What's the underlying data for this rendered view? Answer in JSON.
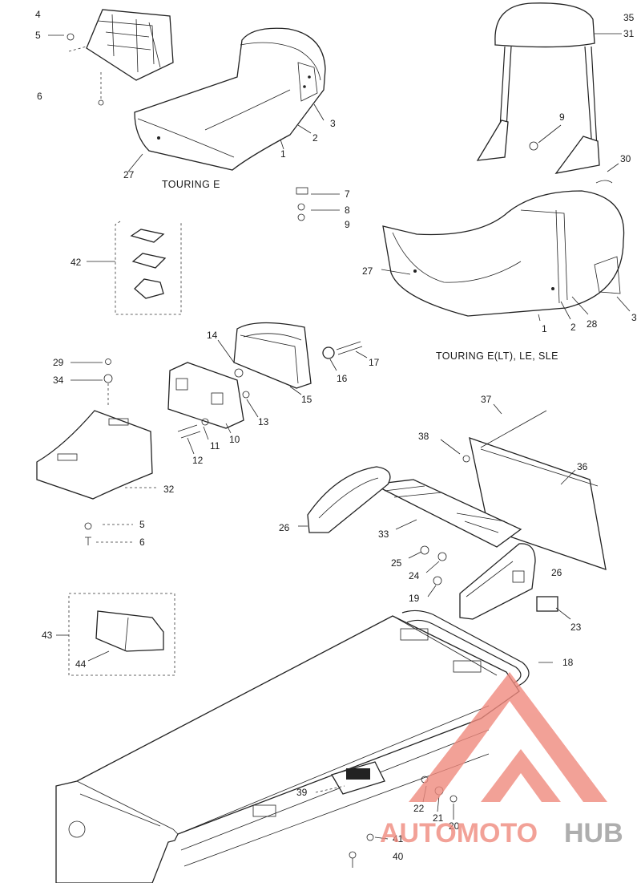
{
  "captions": {
    "touring_e": "TOURING E",
    "touring_variants": "TOURING E(LT), LE, SLE"
  },
  "callouts": {
    "n1a": "1",
    "n2a": "2",
    "n3a": "3",
    "n4": "4",
    "n5a": "5",
    "n6a": "6",
    "n7": "7",
    "n8": "8",
    "n9a": "9",
    "n27a": "27",
    "n35": "35",
    "n31": "31",
    "n9b": "9",
    "n30": "30",
    "n27b": "27",
    "n1b": "1",
    "n2b": "2",
    "n28": "28",
    "n3b": "3",
    "n42": "42",
    "n14": "14",
    "n17": "17",
    "n16": "16",
    "n15": "15",
    "n13": "13",
    "n10": "10",
    "n11": "11",
    "n12": "12",
    "n29": "29",
    "n34": "34",
    "n32": "32",
    "n5b": "5",
    "n6b": "6",
    "n37": "37",
    "n38": "38",
    "n36": "36",
    "n26a": "26",
    "n33": "33",
    "n25": "25",
    "n24": "24",
    "n26b": "26",
    "n19": "19",
    "n23": "23",
    "n43": "43",
    "n44": "44",
    "n18": "18",
    "n39": "39",
    "n22": "22",
    "n21": "21",
    "n20": "20",
    "n41": "41",
    "n40": "40"
  },
  "watermark": {
    "text_part1": "AUTOMOTO",
    "text_part2": "HUB",
    "color_primary": "#f08a7e",
    "color_secondary": "#9a9a9a"
  }
}
